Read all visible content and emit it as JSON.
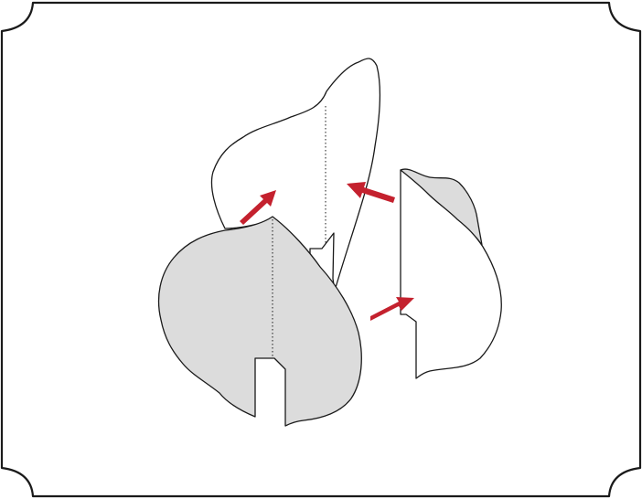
{
  "diagram": {
    "type": "assembly-illustration",
    "colors": {
      "frame": "#1a1a1a",
      "shaded_piece": "#dcdcdc",
      "arrow": "#c4212e",
      "background": "#ffffff"
    },
    "pieces": [
      "back-piece",
      "front-piece",
      "side-piece"
    ],
    "arrow_count": 3
  }
}
